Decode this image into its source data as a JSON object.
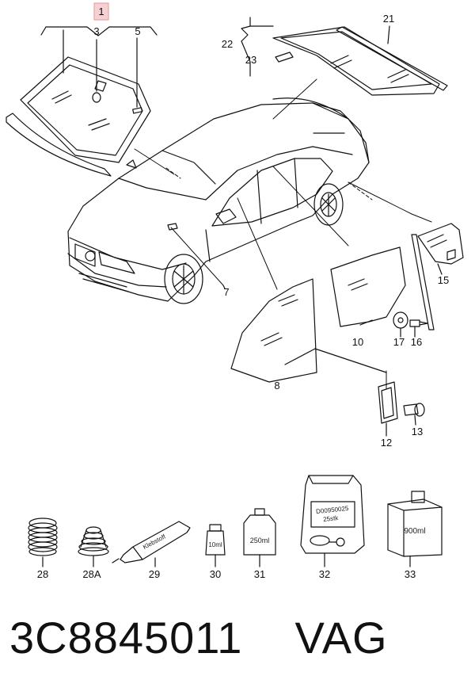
{
  "callouts": {
    "c1": "1",
    "c3": "3",
    "c5": "5",
    "c21": "21",
    "c22": "22",
    "c23": "23",
    "c7": "7",
    "c8": "8",
    "c10": "10",
    "c12": "12",
    "c13": "13",
    "c15": "15",
    "c16": "16",
    "c17": "17",
    "c28": "28",
    "c28a": "28A",
    "c29": "29",
    "c30": "30",
    "c31": "31",
    "c32": "32",
    "c33": "33"
  },
  "product_labels": {
    "tube": "Klebstoff",
    "bottle_small": "10ml",
    "bottle_medium": "250ml",
    "bag_code": "D00950025",
    "bag_qty": "25stk",
    "canister": "900ml"
  },
  "footer": {
    "part_number": "3C8845011",
    "brand": "VAG"
  },
  "colors": {
    "highlight_box": "#e9a3a8",
    "line": "#111111"
  }
}
